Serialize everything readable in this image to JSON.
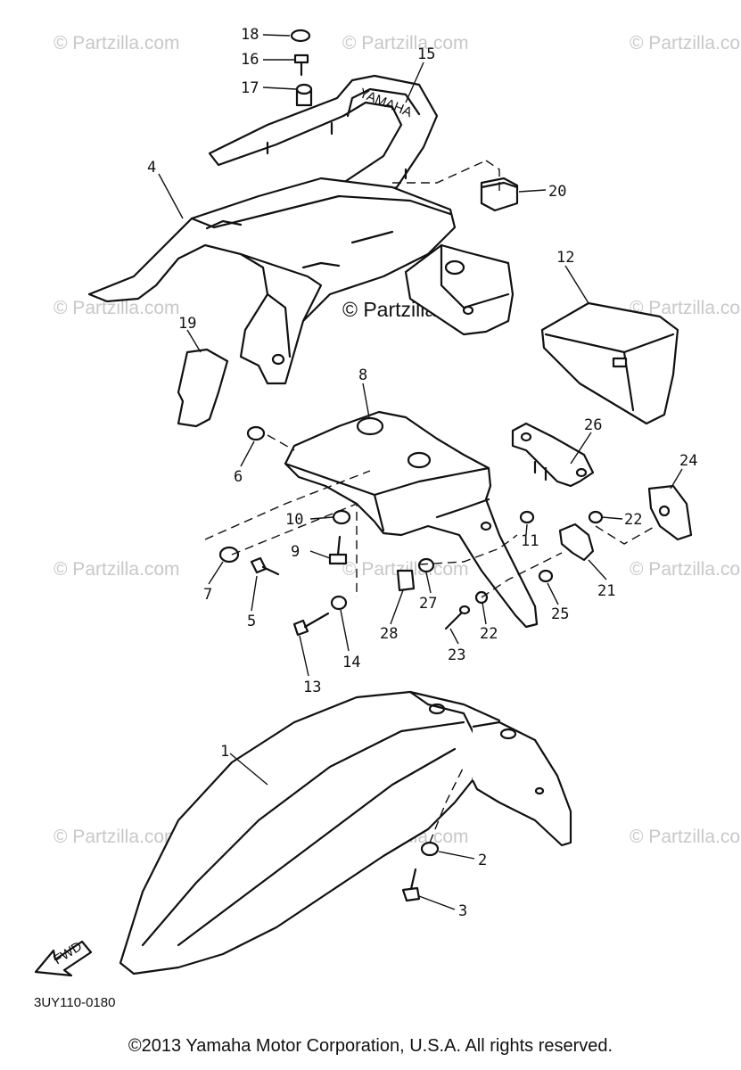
{
  "watermarks": {
    "text": "© Partzilla.com",
    "center": "© Partzilla.com"
  },
  "diagram_code": "3UY110-0180",
  "direction_label": "FWD",
  "copyright": "©2013  Yamaha Motor Corporation, U.S.A. All rights reserved.",
  "callouts": {
    "c1": "1",
    "c2": "2",
    "c3": "3",
    "c4": "4",
    "c5": "5",
    "c6": "6",
    "c7": "7",
    "c8": "8",
    "c9": "9",
    "c10": "10",
    "c11": "11",
    "c12": "12",
    "c13": "13",
    "c14": "14",
    "c15": "15",
    "c16": "16",
    "c17": "17",
    "c18": "18",
    "c19": "19",
    "c20": "20",
    "c21": "21",
    "c22a": "22",
    "c22b": "22",
    "c23": "23",
    "c24": "24",
    "c25": "25",
    "c26": "26",
    "c27": "27",
    "c28": "28"
  },
  "colors": {
    "line": "#111111",
    "watermark": "#c8c8c8",
    "background": "#ffffff"
  }
}
